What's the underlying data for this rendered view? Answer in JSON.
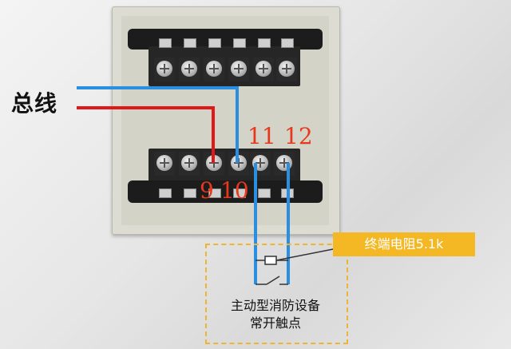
{
  "bus_label": "总线",
  "terminal_numbers": [
    "9",
    "10",
    "11",
    "12"
  ],
  "eol_resistor_label": "终端电阻5.1k",
  "device_label_line1": "主动型消防设备",
  "device_label_line2": "常开触点",
  "colors": {
    "bus_blue": "#2a8fe0",
    "bus_red": "#e01818",
    "number_red": "#e8381c",
    "tag_orange": "#f3b823"
  }
}
